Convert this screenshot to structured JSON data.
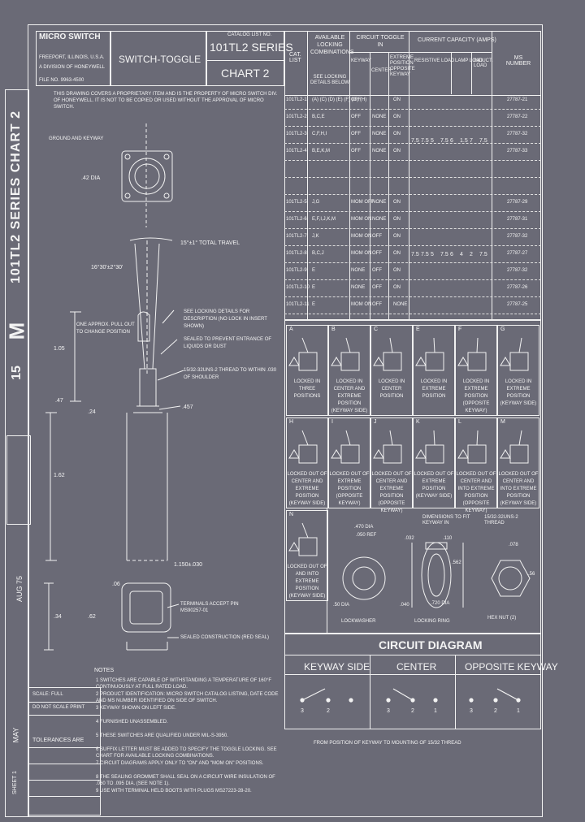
{
  "title_block": {
    "company": "MICRO SWITCH",
    "location": "FREEPORT, ILLINOIS, U.S.A.",
    "division": "A DIVISION OF HONEYWELL",
    "part_no": "FILE NO. 9963-4500",
    "product": "SWITCH-TOGGLE",
    "catalog_label": "CATALOG LIST NO.",
    "series": "101TL2 SERIES",
    "chart": "CHART 2",
    "notice": "THIS DRAWING COVERS A PROPRIETARY ITEM AND IS THE PROPERTY OF MICRO SWITCH DIV. OF HONEYWELL. IT IS NOT TO BE COPIED OR USED WITHOUT THE APPROVAL OF MICRO SWITCH."
  },
  "side_strip": {
    "series_text": "101TL2 SERIES CHART 2",
    "letter": "M",
    "page": "15",
    "date_a": "AUG 75",
    "date_b": "MAY",
    "sheet": "SHEET 1",
    "scale_label": "SCALE: FULL",
    "tolerance": "TOLERANCES ARE",
    "drawing_label": "DO NOT SCALE PRINT"
  },
  "table": {
    "headers": {
      "cat_list": "CAT. LIST",
      "locking": "AVAILABLE LOCKING COMBINATIONS",
      "locking_sub": "SEE LOCKING DETAILS BELOW",
      "circuit": "CIRCUIT TOGGLE IN",
      "keyway": "KEYWAY",
      "center": "CENTER",
      "extreme": "EXTREME POSITION OPPOSITE KEYWAY",
      "current": "CURRENT CAPACITY (AMPS)",
      "resistive": "RESISTIVE LOAD",
      "lamp": "LAMP LOAD",
      "induct": "INDUCT. LOAD",
      "ms": "MS NUMBER"
    },
    "rows": [
      {
        "cat": "101TL2-1",
        "lock": "(A) (C) (D) (E) (F) (G) (H)",
        "k": "OFF",
        "c": "",
        "o": "ON",
        "ms": "27787-21"
      },
      {
        "cat": "101TL2-2",
        "lock": "B,C,E",
        "k": "OFF",
        "c": "NONE",
        "o": "ON",
        "ms": "27787-22"
      },
      {
        "cat": "101TL2-3",
        "lock": "C,F,H,I",
        "k": "OFF",
        "c": "NONE",
        "o": "ON",
        "ms": "27787-32"
      },
      {
        "cat": "101TL2-4",
        "lock": "B,E,K,M",
        "k": "OFF",
        "c": "NONE",
        "o": "ON",
        "ms": "27787-33"
      },
      {
        "cat": "",
        "lock": "",
        "k": "",
        "c": "",
        "o": "",
        "ms": ""
      },
      {
        "cat": "",
        "lock": "",
        "k": "",
        "c": "",
        "o": "",
        "ms": ""
      },
      {
        "cat": "101TL2-5",
        "lock": "J,G",
        "k": "MOM OFF",
        "c": "NONE",
        "o": "ON",
        "ms": "27787-29"
      },
      {
        "cat": "101TL2-6",
        "lock": "E,F,I,J,K,M",
        "k": "MOM ON",
        "c": "NONE",
        "o": "ON",
        "ms": "27787-31"
      },
      {
        "cat": "101TL2-7",
        "lock": "J,K",
        "k": "MOM ON",
        "c": "OFF",
        "o": "ON",
        "ms": "27787-32"
      },
      {
        "cat": "101TL2-8",
        "lock": "B,C,J",
        "k": "MOM ON",
        "c": "OFF",
        "o": "ON",
        "ms": "27787-27"
      },
      {
        "cat": "101TL2-9",
        "lock": "E",
        "k": "NONE",
        "c": "OFF",
        "o": "ON",
        "ms": "27787-32"
      },
      {
        "cat": "101TL2-10",
        "lock": "E",
        "k": "NONE",
        "c": "OFF",
        "o": "ON",
        "ms": "27787-26"
      },
      {
        "cat": "101TL2-11",
        "lock": "E",
        "k": "MOM ON",
        "c": "OFF",
        "o": "NONE",
        "ms": "27787-25"
      }
    ],
    "amps_a": [
      "7.5",
      "7.5",
      "5",
      "7.5",
      "6",
      "1.5",
      "7",
      "7.5"
    ],
    "amps_b": [
      "7.5",
      "7.5",
      "5",
      "7.5",
      "6",
      "4",
      "2",
      "7.5"
    ]
  },
  "locking_details": [
    {
      "id": "A",
      "caption": "LOCKED IN THREE POSITIONS"
    },
    {
      "id": "B",
      "caption": "LOCKED IN CENTER AND EXTREME POSITION (KEYWAY SIDE)"
    },
    {
      "id": "C",
      "caption": "LOCKED IN CENTER POSITION"
    },
    {
      "id": "E",
      "caption": "LOCKED IN EXTREME POSITION"
    },
    {
      "id": "F",
      "caption": "LOCKED IN EXTREME POSITION (OPPOSITE KEYWAY)"
    },
    {
      "id": "G",
      "caption": "LOCKED IN EXTREME POSITION (KEYWAY SIDE)"
    },
    {
      "id": "H",
      "caption": "LOCKED OUT OF CENTER AND EXTREME POSITION (KEYWAY SIDE)"
    },
    {
      "id": "I",
      "caption": "LOCKED OUT OF EXTREME POSITION (OPPOSITE KEYWAY)"
    },
    {
      "id": "J",
      "caption": "LOCKED OUT OF CENTER AND EXTREME POSITION (OPPOSITE KEYWAY)"
    },
    {
      "id": "K",
      "caption": "LOCKED OUT OF EXTREME POSITION (KEYWAY SIDE)"
    },
    {
      "id": "L",
      "caption": "LOCKED OUT OF CENTER AND INTO EXTREME POSITION (OPPOSITE KEYWAY)"
    },
    {
      "id": "M",
      "caption": "LOCKED OUT OF CENTER AND INTO EXTREME POSITION (KEYWAY SIDE)"
    },
    {
      "id": "N",
      "caption": "LOCKED OUT OF AND INTO EXTREME POSITION (KEYWAY SIDE)"
    }
  ],
  "hardware": {
    "lockwasher": "LOCKWASHER",
    "locking_ring": "LOCKING RING",
    "hex_nut": "HEX NUT (2)",
    "dim_470": ".470 DIA",
    "dim_050": ".050 REF",
    "dim_dimensions": "DIMENSIONS TO FIT KEYWAY IN",
    "dim_032": ".032",
    "dim_110": ".110",
    "dim_562": ".562",
    "dim_720": ".720 DIA",
    "dim_040": ".040",
    "dim_thread": "15/32-32UNS-2 THREAD",
    "dim_078": ".078",
    "dim_56": ".56",
    "dim_50": ".50 DIA"
  },
  "circuit_diagram": {
    "title": "CIRCUIT DIAGRAM",
    "cols": [
      "KEYWAY SIDE",
      "CENTER",
      "OPPOSITE KEYWAY"
    ],
    "terminals": [
      "3",
      "2",
      "1"
    ]
  },
  "drawing": {
    "keyway_label": "GROUND AND KEYWAY",
    "dim_42": ".42 DIA",
    "dim_angle": "15°±1° TOTAL TRAVEL",
    "dim_angle2": "16°30'±2°30'",
    "pull": "ONE APPROX. PULL OUT TO CHANGE POSITION",
    "lockdetail": "SEE LOCKING DETAILS FOR DESCRIPTION (NO LOCK IN INSERT SHOWN)",
    "sealed": "SEALED TO PREVENT ENTRANCE OF LIQUIDS OR DUST",
    "thread": "15/32-32UNS-2 THREAD TO WITHIN .030 OF SHOULDER",
    "dim_105": "1.05",
    "dim_47": ".47",
    "dim_24": ".24",
    "dim_457": ".457",
    "dim_162": "1.62",
    "dim_150": "1.150±.030",
    "dim_06": ".06",
    "dim_62": ".62",
    "dim_34": ".34",
    "terminals": "TERMINALS ACCEPT PIN MS90257-01",
    "sealed2": "SEALED CONSTRUCTION (RED SEAL)"
  },
  "notes": {
    "heading": "NOTES",
    "items": [
      "1  SWITCHES ARE CAPABLE OF WITHSTANDING A TEMPERATURE OF 160°F CONTINUOUSLY AT FULL RATED LOAD.",
      "2  PRODUCT IDENTIFICATION: MICRO SWITCH CATALOG LISTING, DATE CODE AND MS NUMBER IDENTIFIED ON SIDE OF SWITCH.",
      "3  KEYWAY SHOWN ON LEFT SIDE.",
      "4  FURNISHED UNASSEMBLED.",
      "5  THESE SWITCHES ARE QUALIFIED UNDER MIL-S-3950.",
      "6  SUFFIX LETTER MUST BE ADDED TO SPECIFY THE TOGGLE LOCKING. SEE CHART FOR AVAILABLE LOCKING COMBINATIONS.",
      "7  CIRCUIT DIAGRAMS APPLY ONLY TO \"ON\" AND \"MOM ON\" POSITIONS.",
      "8  THE SEALING GROMMET SHALL SEAL ON A CIRCUIT WIRE INSULATION OF .060 TO .095 DIA. (SEE NOTE 1).",
      "9  USE WITH TERMINAL HELD BOOTS WITH PLUGS MS27223-28-20."
    ],
    "bottom": "FROM POSITION OF KEYWAY TO MOUNTING OF 15/32 THREAD"
  }
}
